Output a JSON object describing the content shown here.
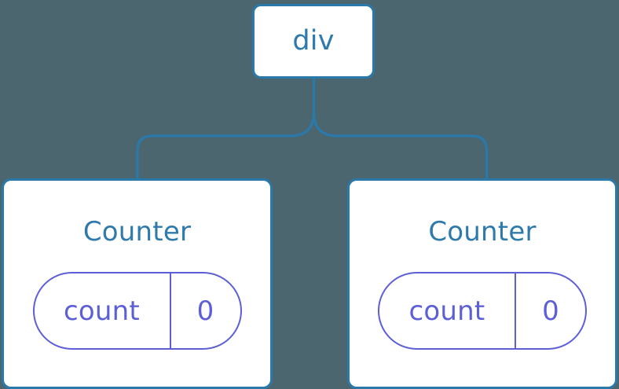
{
  "diagram": {
    "type": "component-tree",
    "background_color": "#4c6670",
    "root": {
      "label": "div",
      "text_color": "#2e7aac",
      "border_color": "#2a79ab",
      "fill_color": "#ffffff"
    },
    "connector": {
      "color": "#2a79ab",
      "style": "rounded-elbow-tree"
    },
    "children": [
      {
        "title": "Counter",
        "title_color": "#2e7aac",
        "border_color": "#2a79ab",
        "fill_color": "#ffffff",
        "state": {
          "key": "count",
          "value": "0",
          "accent_color": "#5c5fd6"
        }
      },
      {
        "title": "Counter",
        "title_color": "#2e7aac",
        "border_color": "#2a79ab",
        "fill_color": "#ffffff",
        "state": {
          "key": "count",
          "value": "0",
          "accent_color": "#5c5fd6"
        }
      }
    ]
  }
}
